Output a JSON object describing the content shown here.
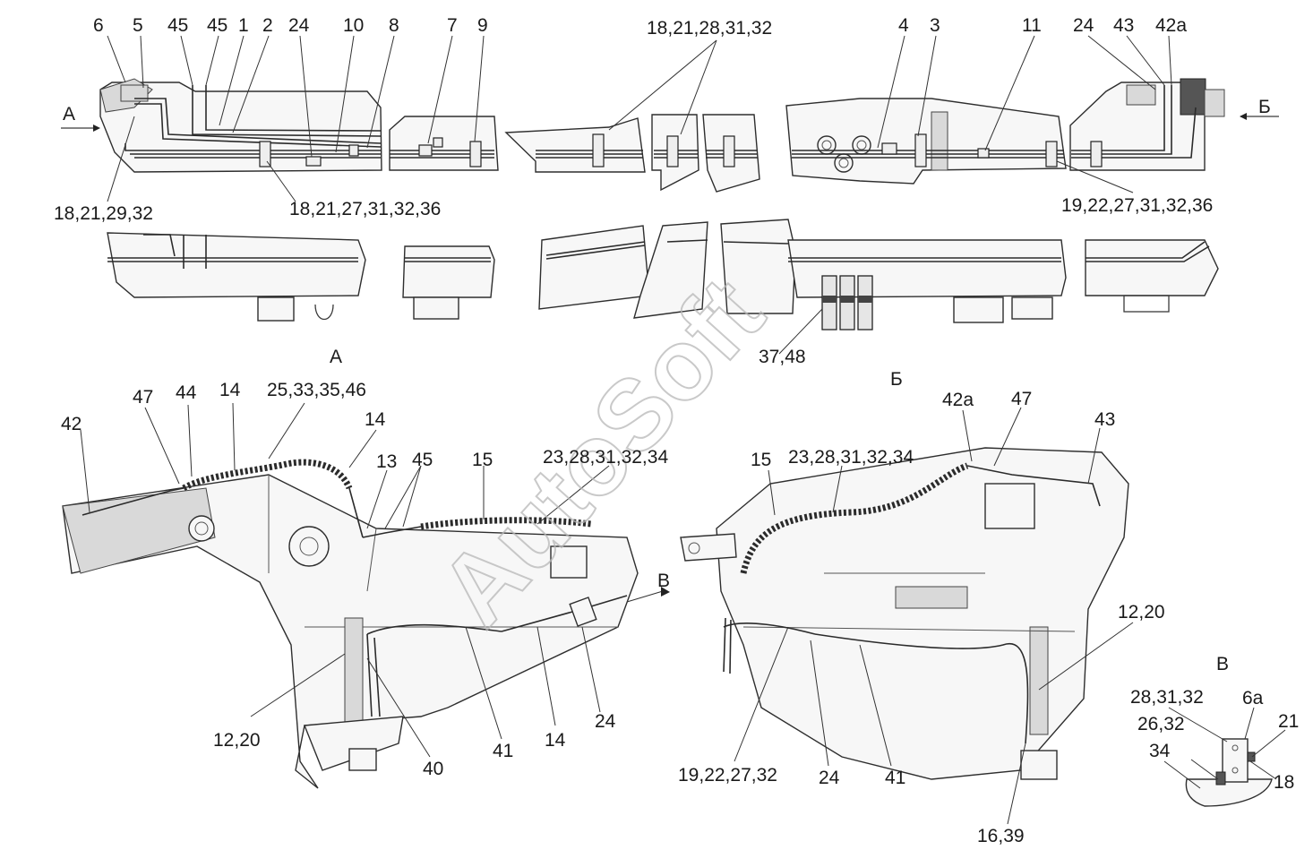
{
  "watermark": "AutoSoft",
  "views": {
    "a_left": "A",
    "b_right": "Б",
    "a_detail": "A",
    "b_detail": "Б",
    "v_detail": "В",
    "v_arrow": "В"
  },
  "labels": {
    "top": [
      "6",
      "5",
      "45",
      "45",
      "1",
      "2",
      "24",
      "10",
      "8",
      "7",
      "9",
      "18,21,28,31,32",
      "4",
      "3",
      "11",
      "24",
      "43",
      "42а"
    ],
    "top_bottom": [
      "18,21,29,32",
      "18,21,27,31,32,36",
      "19,22,27,31,32,36"
    ],
    "mid": [
      "37,48"
    ],
    "detail_a": [
      "42",
      "47",
      "44",
      "14",
      "25,33,35,46",
      "14",
      "13",
      "45",
      "15",
      "23,28,31,32,34",
      "12,20",
      "40",
      "41",
      "14",
      "24"
    ],
    "detail_b": [
      "42а",
      "47",
      "43",
      "15",
      "23,28,31,32,34",
      "12,20",
      "19,22,27,32",
      "24",
      "41",
      "16,39"
    ],
    "detail_v": [
      "28,31,32",
      "6а",
      "21",
      "26,32",
      "34",
      "18"
    ]
  }
}
